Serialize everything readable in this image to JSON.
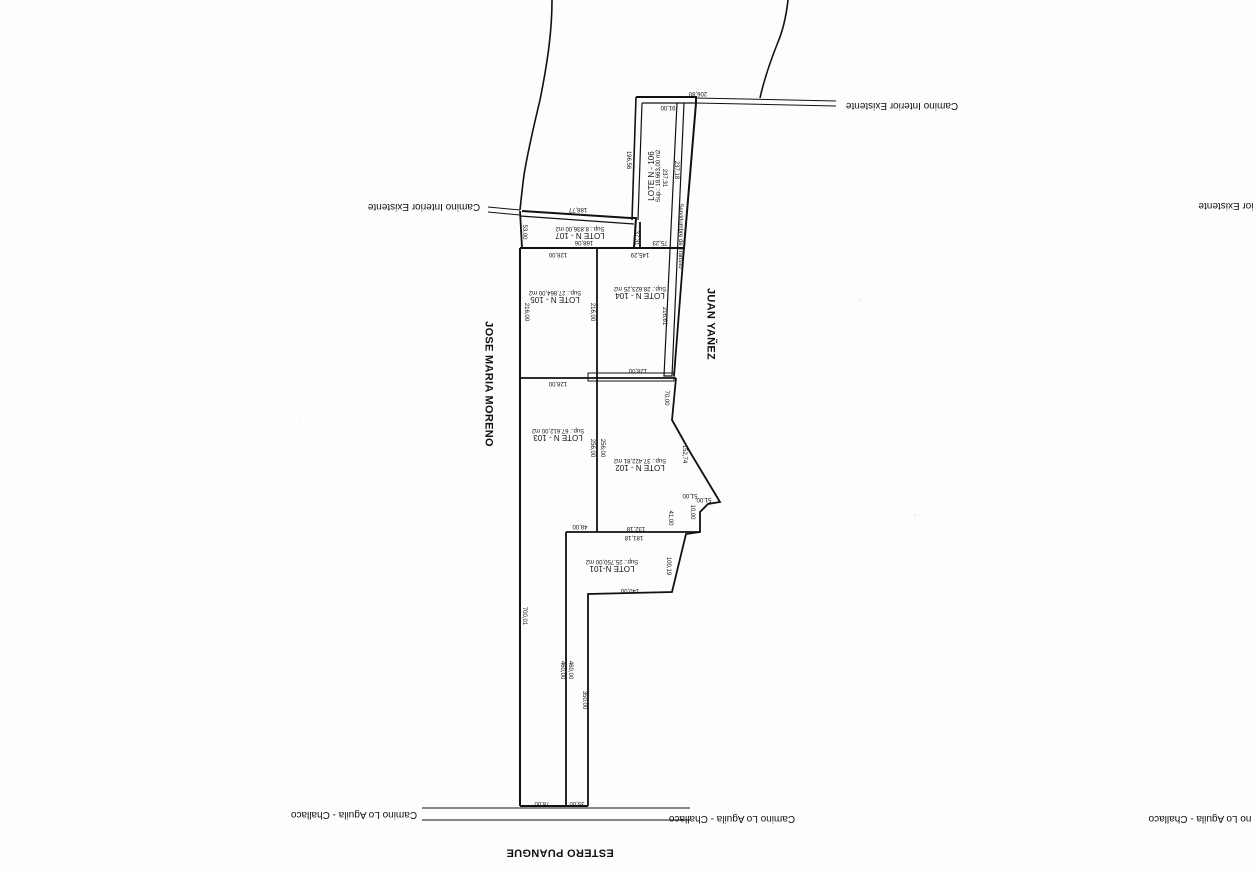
{
  "streets": {
    "juan": "JUAN YAÑEZ",
    "jose": "JOSE MARIA MORENO",
    "estero": "ESTERO PUANGUE",
    "camino_aguila": "Camino Lo Aguila - Challaco",
    "camino_interior": "Camino Interior Existente",
    "right_edge_top": "ior Existente",
    "right_edge_bottom": "no Lo Aguila - Challaco"
  },
  "lotes": [
    {
      "id": "106",
      "name": "LOTE N - 106",
      "sup": "Sup.: 18.663,00 m2"
    },
    {
      "id": "107",
      "name": "LOTE N - 107",
      "sup": "Sup.: 8.836,00 m2"
    },
    {
      "id": "105",
      "name": "LOTE N - 105",
      "sup": "Sup.: 27.864,00 m2"
    },
    {
      "id": "104",
      "name": "LOTE N - 104",
      "sup": "Sup.: 28.623,25 m2"
    },
    {
      "id": "103",
      "name": "LOTE N - 103",
      "sup": "Sup.: 67.612,00 m2"
    },
    {
      "id": "102",
      "name": "LOTE N - 102",
      "sup": "Sup.: 37.422,81 m2"
    },
    {
      "id": "101",
      "name": "LOTE N-101",
      "sup": "Sup.: 25.750,00 m2"
    }
  ],
  "servidumbre": "Servidumbre de Transito",
  "dims": [
    "206,80",
    "91,00",
    "237,18",
    "196,56",
    "237,31",
    "188,77",
    "53,00",
    "168,06",
    "37,31",
    "145,29",
    "75,23",
    "128,00",
    "216,00",
    "216,00",
    "216,61",
    "128,00",
    "128,00",
    "70,00",
    "256,00",
    "256,00",
    "152,74",
    "51,00",
    "51,00",
    "10,00",
    "41,00",
    "48,00",
    "132,18",
    "181,18",
    "100,19",
    "140,00",
    "700,01",
    "460,00",
    "460,00",
    "350,00",
    "78,00",
    "35,00"
  ]
}
